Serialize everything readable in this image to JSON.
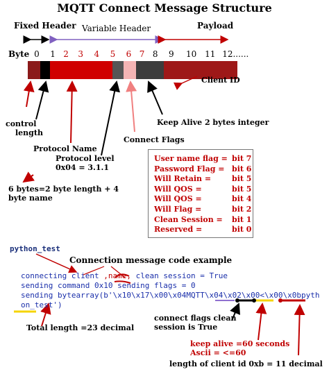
{
  "title": "MQTT Connect Message Structure",
  "headers": {
    "fixed": "Fixed Header",
    "variable": "Variable Header",
    "payload": "Payload"
  },
  "byte_row": {
    "label": "Byte",
    "numbers": [
      "0",
      "1",
      "2",
      "3",
      "4",
      "5",
      "6",
      "7",
      "8",
      "9",
      "10",
      "11",
      "12......"
    ]
  },
  "labels": {
    "client_id": "Client ID",
    "control_length": [
      "control",
      "length"
    ],
    "keep_alive": "Keep Alive 2 bytes integer",
    "connect_flags": "Connect Flags",
    "protocol_name": "Protocol Name",
    "protocol_level": [
      "Protocol level",
      "0x04 = 3.1.1"
    ],
    "byte_name": [
      "6 bytes=2 byte length + 4",
      "byte name"
    ]
  },
  "flags": [
    {
      "name": "User name flag =",
      "bit": "bit 7"
    },
    {
      "name": "Password Flag =",
      "bit": "bit 6"
    },
    {
      "name": "Will Retain =",
      "bit": "bit 5"
    },
    {
      "name": "Will QOS =",
      "bit": "bit 5"
    },
    {
      "name": "Will QOS =",
      "bit": "bit 4"
    },
    {
      "name": "Will Flag =",
      "bit": "bit 2"
    },
    {
      "name": "Clean Session =",
      "bit": "bit 1"
    },
    {
      "name": "Reserved =",
      "bit": "bit 0"
    }
  ],
  "code": {
    "python_test": "python_test",
    "heading": "Connection message code example",
    "lines": [
      "connecting client ",
      "sending command  0x10  sending flags = 0",
      "sending  bytearray(b'\\x10\\x17\\x00\\x04MQTT\\x04\\x02\\x00<\\x00\\x0bpyth",
      "on_test')"
    ],
    "name_word": ",name,",
    "clean_session_text": " clean session = True"
  },
  "notes": {
    "total_length": "Total length =23 decimal",
    "flags_clean": [
      "connect flags clean",
      "session  is True"
    ],
    "keep_alive": [
      "keep alive =60 seconds",
      "Ascii = <=60"
    ],
    "client_id_length": "length of client id 0xb = 11 decimal"
  },
  "colors": {
    "dark_red": "#8b1a1a",
    "red": "#cc0000",
    "pink": "#f4b4b4",
    "gray": "#555555",
    "arrow_purple": "#8060c0",
    "arrow_black": "#000000",
    "code_blue": "#1a2faa",
    "highlight_yellow": "#f5d400"
  }
}
